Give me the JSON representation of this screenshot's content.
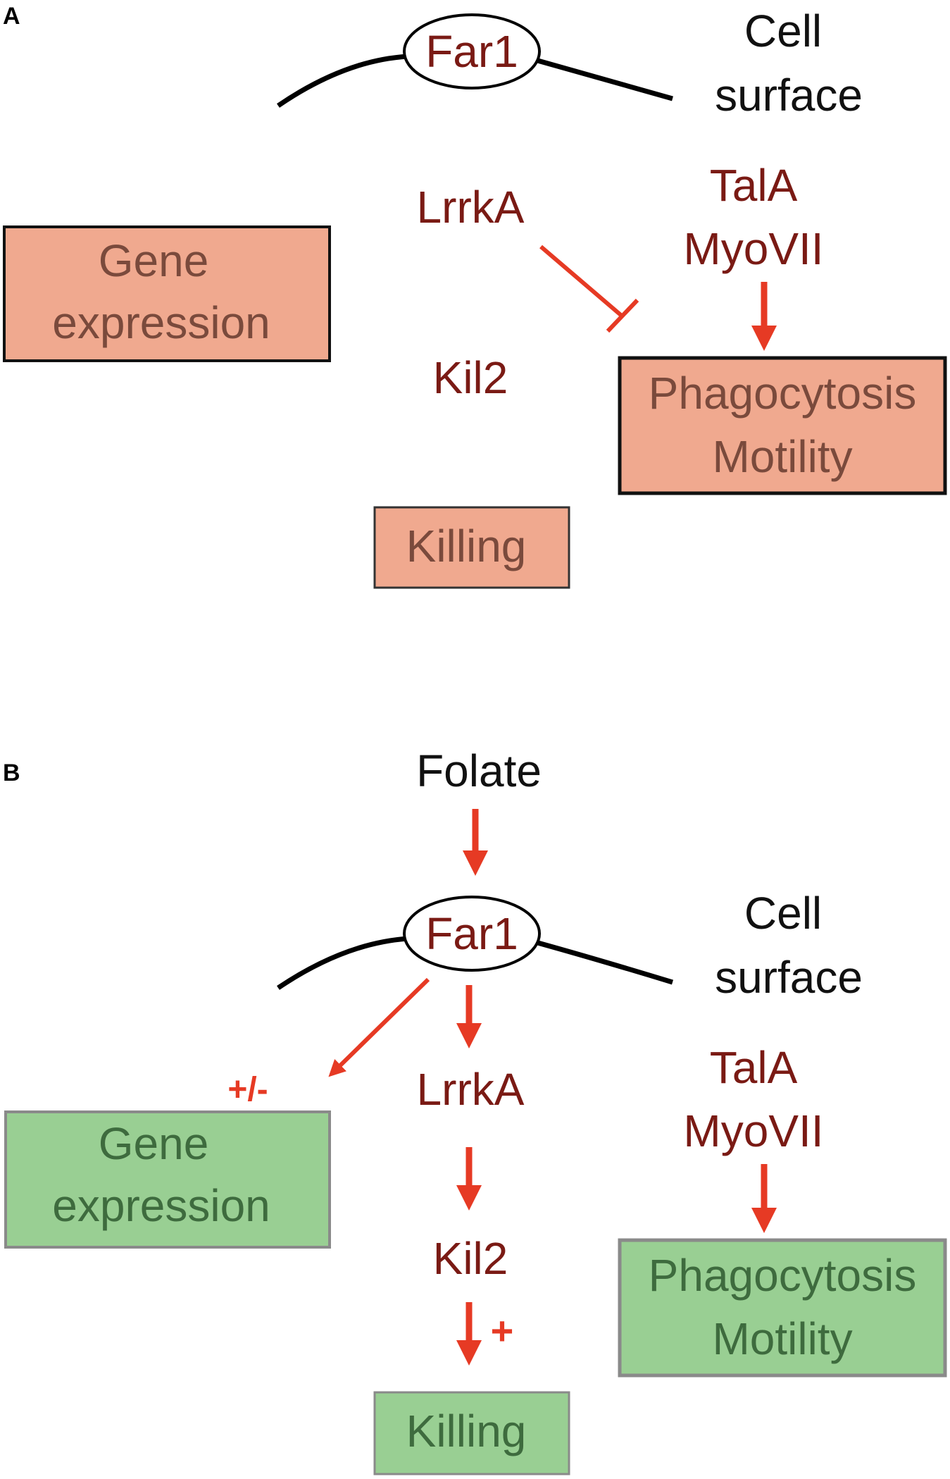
{
  "colors": {
    "arrow": "#e63a24",
    "label_red": "#7a1a14",
    "box_a_fill": "#f0a98f",
    "box_a_text": "#7a4a3c",
    "box_b_fill": "#99cf93",
    "box_b_text": "#3e6b3e",
    "box_b_border": "#8a8a8a"
  },
  "panel_a": {
    "letter": "A",
    "receptor": "Far1",
    "membrane_line1": "Cell",
    "membrane_line2": "surface",
    "lrrka": "LrrkA",
    "tala": "TalA",
    "myovii": "MyoVII",
    "kil2": "Kil2",
    "gene_line1": "Gene",
    "gene_line2": "expression",
    "phago_line1": "Phagocytosis",
    "phago_line2": "Motility",
    "killing": "Killing"
  },
  "panel_b": {
    "letter": "B",
    "ligand": "Folate",
    "receptor": "Far1",
    "membrane_line1": "Cell",
    "membrane_line2": "surface",
    "lrrka": "LrrkA",
    "tala": "TalA",
    "myovii": "MyoVII",
    "kil2": "Kil2",
    "gene_sign": "+/-",
    "killing_sign": "+",
    "gene_line1": "Gene",
    "gene_line2": "expression",
    "phago_line1": "Phagocytosis",
    "phago_line2": "Motility",
    "killing": "Killing"
  }
}
